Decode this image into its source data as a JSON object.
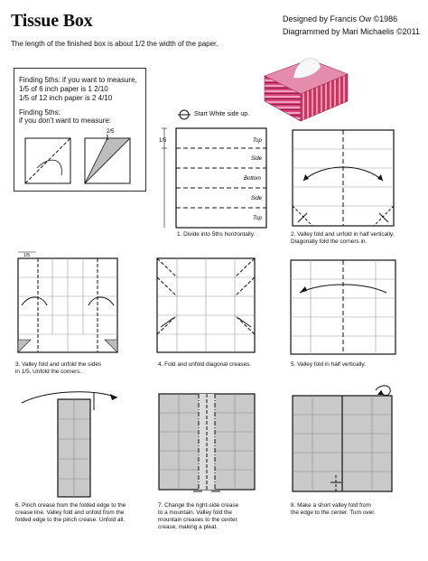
{
  "header": {
    "title": "Tissue Box",
    "subtitle": "The length of the finished box is about 1/2 the width of the paper.",
    "credit_design": "Designed by Francis Ow ©1986",
    "credit_diagram": "Diagrammed by Mari Michaelis ©2011"
  },
  "tip_box": {
    "line1": "Finding 5ths: if you want to measure,",
    "line2": "1/5 of 6 inch paper is 1 2/10",
    "line3": "1/5 of 12 inch paper is 2 4/10",
    "line4": "Finding 5ths:",
    "line5": "if you don't want to measure:",
    "fold_mark": "2/5"
  },
  "start_note": "Start White side up.",
  "step1": {
    "caption": "1. Divide into 5ths horizontally.",
    "fifth_mark": "1/5",
    "labels": [
      "Top",
      "Side",
      "Bottom",
      "Side",
      "Top"
    ]
  },
  "step2": {
    "caption1": "2. Valley fold and unfold in half vertically.",
    "caption2": "Diagonally fold the corners in."
  },
  "step3": {
    "caption1": "3. Valley fold and unfold the sides",
    "caption2": "in 1/5. Unfold the corners.",
    "fifth_mark": "1/5"
  },
  "step4": {
    "caption": "4. Fold and unfold diagonal creases."
  },
  "step5": {
    "caption": "5. Valley fold in half vertically."
  },
  "step6": {
    "caption1": "6. Pinch crease from the folded edge to the",
    "caption2": "crease line. Valley fold and unfold from the",
    "caption3": "folded edge to the pinch crease. Unfold all."
  },
  "step7": {
    "caption1": "7. Change the right-side crease",
    "caption2": "to a mountain. Valley fold the",
    "caption3": "mountain creases to the center",
    "caption4": "crease, making a pleat."
  },
  "step8": {
    "caption1": "8. Make a short valley fold from",
    "caption2": "the edge to the center. Turn over."
  },
  "colors": {
    "paper_gray": "#c9c9c9",
    "paper_white": "#ffffff",
    "ink": "#111111",
    "tissue_box_pink": "#d9457a"
  }
}
